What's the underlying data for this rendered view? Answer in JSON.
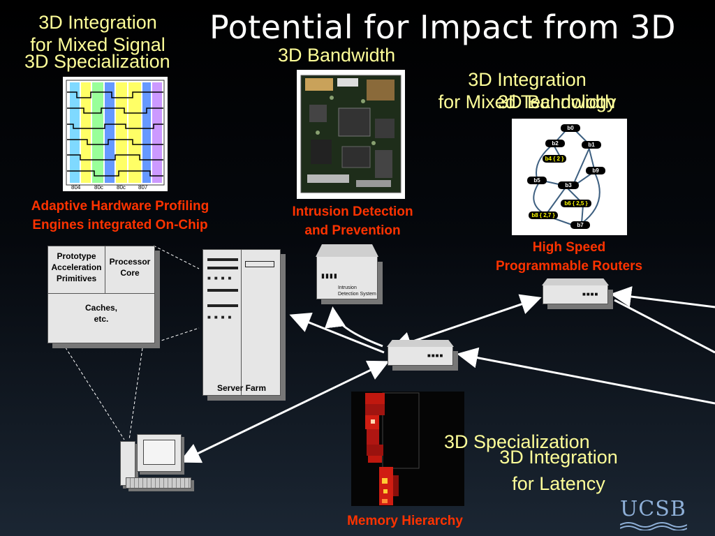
{
  "title": "Potential for Impact from 3D",
  "labels": {
    "mixed_signal_l1": "3D Integration",
    "mixed_signal_l2": "for Mixed Signal",
    "specialization_top": "3D Specialization",
    "bandwidth_top": "3D Bandwidth",
    "mixed_tech_l1": "3D Integration",
    "mixed_tech_l2": "for Mixed Technology",
    "bandwidth_right": "3D Bandwidth",
    "specialization_bottom": "3D Specialization",
    "latency_l1": "3D Integration",
    "latency_l2": "for Latency"
  },
  "captions": {
    "profiling_l1": "Adaptive Hardware Profiling",
    "profiling_l2": "Engines integrated On-Chip",
    "intrusion_l1": "Intrusion Detection",
    "intrusion_l2": "and Prevention",
    "routers_l1": "High Speed",
    "routers_l2": "Programmable Routers",
    "memory": "Memory Hierarchy"
  },
  "chip": {
    "prototype_l1": "Prototype",
    "prototype_l2": "Acceleration",
    "prototype_l3": "Primitives",
    "core_l1": "Processor",
    "core_l2": "Core",
    "caches_l1": "Caches,",
    "caches_l2": "etc."
  },
  "server_label": "Server Farm",
  "ids_l1": "Intrusion",
  "ids_l2": "Detection System",
  "graph_nodes": [
    "b0",
    "b1",
    "b2",
    "b3",
    "b4 { 2 }",
    "b5",
    "b6 { 2,5 }",
    "b7",
    "b8 { 2,7 }",
    "b9"
  ],
  "waveform_ticks": [
    "804",
    "80c",
    "80c",
    "807"
  ],
  "logo": "UCSB",
  "colors": {
    "caption_red": "#ff3300",
    "label_yellow": "#ffff99",
    "logo_blue": "#8fb0d8"
  }
}
